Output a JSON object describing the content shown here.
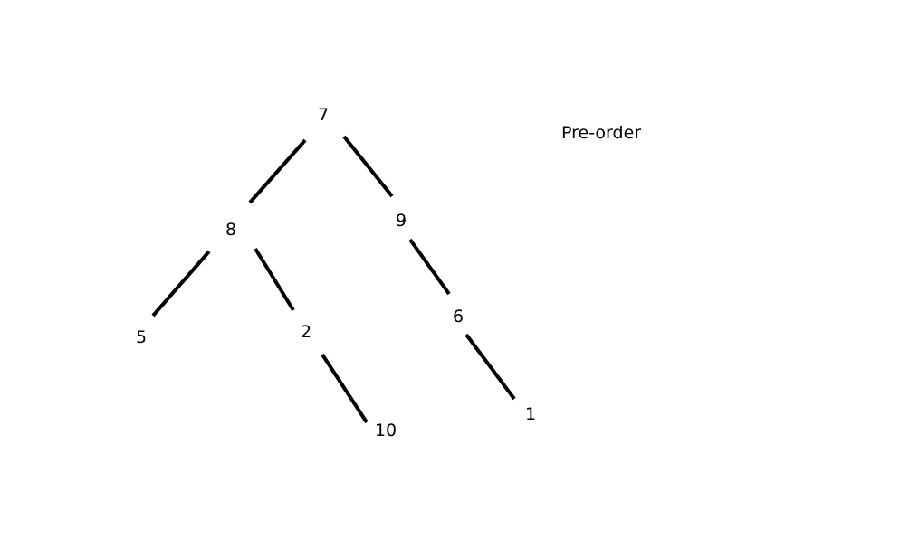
{
  "caption": "Pre-order",
  "colors": {
    "ink": "#000000",
    "background": "#ffffff"
  },
  "tree": {
    "root": "7",
    "nodes": [
      {
        "id": "n7",
        "label": "7"
      },
      {
        "id": "n8",
        "label": "8"
      },
      {
        "id": "n9",
        "label": "9"
      },
      {
        "id": "n5",
        "label": "5"
      },
      {
        "id": "n2",
        "label": "2"
      },
      {
        "id": "n6",
        "label": "6"
      },
      {
        "id": "n10",
        "label": "10"
      },
      {
        "id": "n1",
        "label": "1"
      }
    ],
    "edges": [
      {
        "from": "n7",
        "to": "n8"
      },
      {
        "from": "n7",
        "to": "n9"
      },
      {
        "from": "n8",
        "to": "n5"
      },
      {
        "from": "n8",
        "to": "n2"
      },
      {
        "from": "n9",
        "to": "n6"
      },
      {
        "from": "n2",
        "to": "n10"
      },
      {
        "from": "n6",
        "to": "n1"
      }
    ]
  }
}
